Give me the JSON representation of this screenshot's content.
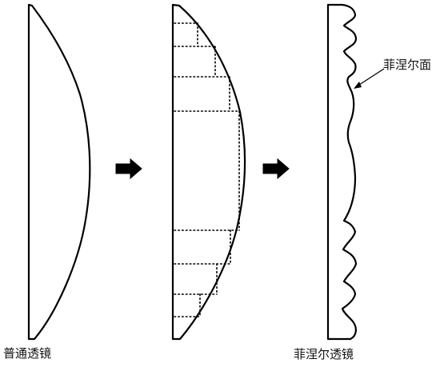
{
  "labels": {
    "ordinary_lens": "普通透镜",
    "fresnel_lens": "菲涅尔透镜",
    "fresnel_surface": "菲涅尔面"
  },
  "colors": {
    "line": "#000000",
    "background": "#ffffff"
  }
}
